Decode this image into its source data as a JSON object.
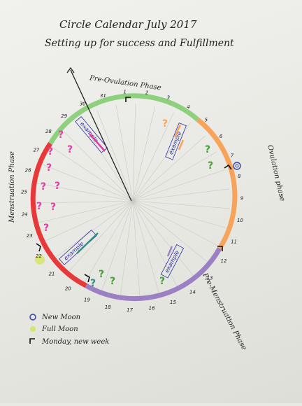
{
  "title": "Circle Calendar July 2017",
  "subtitle": "Setting up for success and Fulfillment",
  "phases": {
    "pre_ovulation": "Pre-Ovulation Phase",
    "ovulation": "Ovulation phase",
    "pre_menstruation": "Pre-Menstruation Phase",
    "menstruation": "Menstruation Phase"
  },
  "days": [
    "1",
    "2",
    "3",
    "4",
    "5",
    "6",
    "7",
    "8",
    "9",
    "10",
    "11",
    "12",
    "13",
    "14",
    "15",
    "16",
    "17",
    "18",
    "19",
    "20",
    "21",
    "22",
    "23",
    "24",
    "25",
    "26",
    "27",
    "28",
    "29",
    "30",
    "31"
  ],
  "examples": {
    "ex1": "example",
    "ex2": "example",
    "ex3": "example",
    "ex4": "example"
  },
  "question_mark": "?",
  "legend": {
    "new_moon": "New Moon",
    "full_moon": "Full Moon",
    "monday": "Monday, new week"
  },
  "colors": {
    "green": "#8fd07e",
    "orange": "#f7a35a",
    "purple": "#9b80c4",
    "red": "#e8393a",
    "pink": "#e03ea5",
    "teal": "#2f8f86",
    "yellow": "#d8e46a",
    "blue": "#3344a8"
  }
}
